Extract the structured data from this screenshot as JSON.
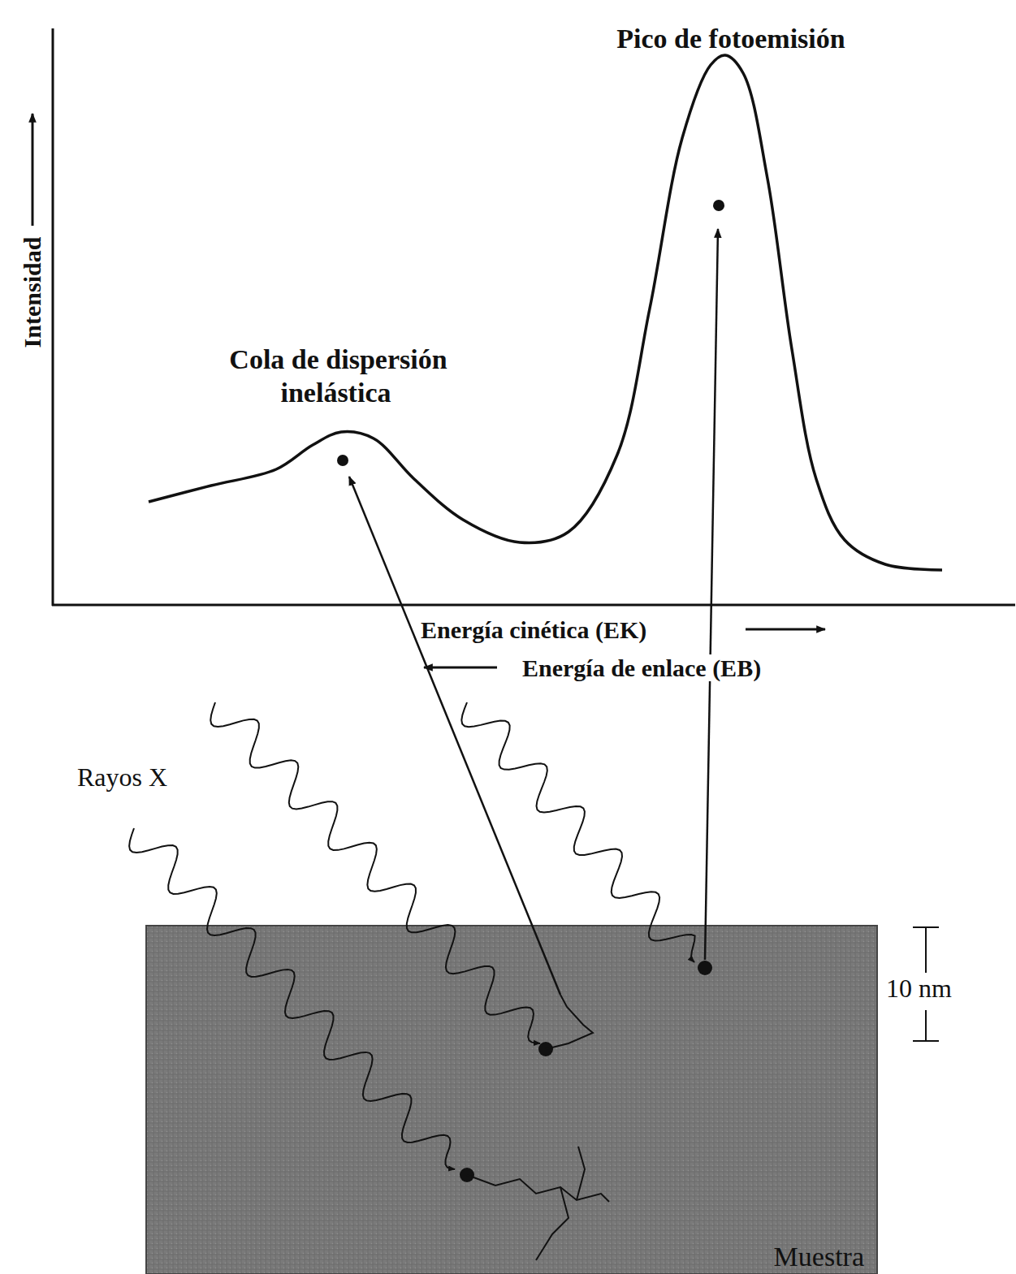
{
  "diagram": {
    "nodes": [
      {
        "text": [
          "Muestra"
        ]
      }
    ],
    "labels": [
      "Pico de fotoemisión",
      "Intensidad",
      "Cola de dispersión inelástica",
      "Energía cinética (EK)",
      "Energía de enlace (EB)",
      "Rayos X",
      "10 nm"
    ]
  }
}
